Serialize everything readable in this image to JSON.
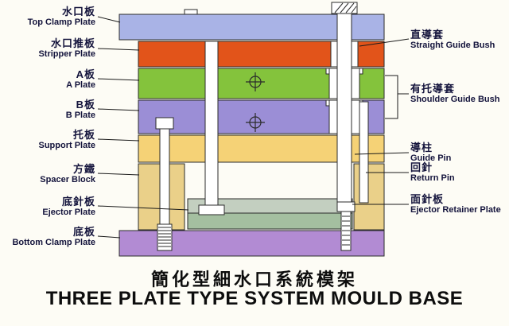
{
  "title": {
    "chinese": "簡化型細水口系統模架",
    "english": "THREE PLATE TYPE SYSTEM MOULD BASE"
  },
  "labels": {
    "left": [
      {
        "cn": "水口板",
        "en": "Top Clamp Plate"
      },
      {
        "cn": "水口推板",
        "en": "Stripper Plate"
      },
      {
        "cn": "A板",
        "en": "A Plate"
      },
      {
        "cn": "B板",
        "en": "B Plate"
      },
      {
        "cn": "托板",
        "en": "Support Plate"
      },
      {
        "cn": "方鐵",
        "en": "Spacer Block"
      },
      {
        "cn": "底針板",
        "en": "Ejector Plate"
      },
      {
        "cn": "底板",
        "en": "Bottom Clamp Plate"
      }
    ],
    "right": [
      {
        "cn": "直導套",
        "en": "Straight Guide Bush"
      },
      {
        "cn": "有托導套",
        "en": "Shoulder Guide Bush"
      },
      {
        "cn": "導柱",
        "en": "Guide Pin"
      },
      {
        "cn": "回針",
        "en": "Return Pin"
      },
      {
        "cn": "面針板",
        "en": "Ejector Retainer Plate"
      }
    ]
  },
  "colors": {
    "top_clamp": "#a9b3e6",
    "stripper": "#e2541a",
    "a_plate": "#84c33c",
    "b_plate": "#9b8ed6",
    "support": "#f5d276",
    "spacer": "#ead089",
    "ejector_retainer": "#c3cfc0",
    "ejector_plate": "#a4bfa0",
    "bottom_clamp": "#b28bd3",
    "outline": "#2b2b2b",
    "label_text": "#14143c"
  }
}
